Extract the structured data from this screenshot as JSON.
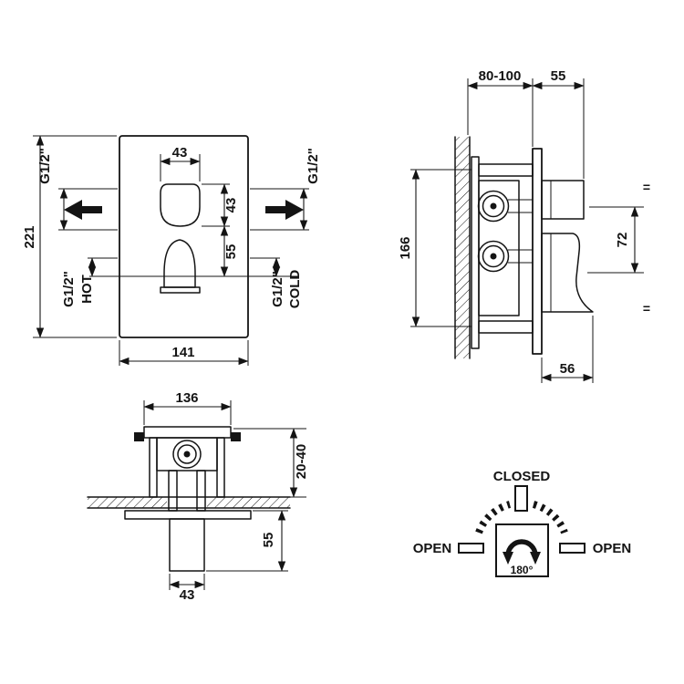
{
  "meta": {
    "background": "#ffffff",
    "ink": "#141414"
  },
  "front_view": {
    "handle_width": "43",
    "handle_height": "43",
    "handle_spacing": "55",
    "plate_height": "221",
    "plate_width": "141",
    "outlet_left_thread": "G1/2\"",
    "outlet_right_thread": "G1/2\"",
    "inlet_left_thread": "G1/2\"",
    "inlet_left_label": "HOT",
    "inlet_right_thread": "G1/2\"",
    "inlet_right_label": "COLD"
  },
  "side_view": {
    "rough_in_depth": "80-100",
    "top_handle_depth": "55",
    "body_height": "166",
    "handle_spacing": "72",
    "equal_top": "=",
    "equal_bottom": "=",
    "bottom_handle_depth": "56"
  },
  "plan_view": {
    "body_width": "136",
    "wall_depth_range": "20-40",
    "trim_projection": "55",
    "spout_width": "43"
  },
  "dial": {
    "closed_label": "CLOSED",
    "open_left_label": "OPEN",
    "open_right_label": "OPEN",
    "rotation_label": "180°"
  }
}
